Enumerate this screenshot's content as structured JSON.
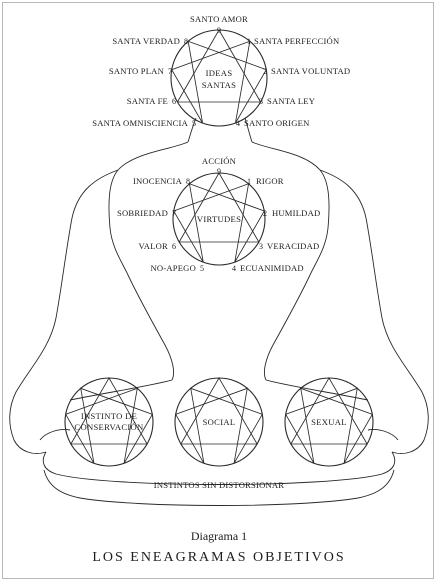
{
  "top_enneagram": {
    "center_line1": "IDEAS",
    "center_line2": "SANTAS",
    "points": [
      {
        "n": "9",
        "label": "SANTO AMOR"
      },
      {
        "n": "1",
        "label": "SANTA PERFECCIÓN"
      },
      {
        "n": "2",
        "label": "SANTA VOLUNTAD"
      },
      {
        "n": "3",
        "label": "SANTA LEY"
      },
      {
        "n": "4",
        "label": "SANTO ORIGEN"
      },
      {
        "n": "5",
        "label": "SANTA OMNISCIENCIA"
      },
      {
        "n": "6",
        "label": "SANTA FE"
      },
      {
        "n": "7",
        "label": "SANTO PLAN"
      },
      {
        "n": "8",
        "label": "SANTA VERDAD"
      }
    ]
  },
  "middle_enneagram": {
    "center_line1": "VIRTUDES",
    "points": [
      {
        "n": "9",
        "label": "ACCIÓN"
      },
      {
        "n": "1",
        "label": "RIGOR"
      },
      {
        "n": "2",
        "label": "HUMILDAD"
      },
      {
        "n": "3",
        "label": "VERACIDAD"
      },
      {
        "n": "4",
        "label": "ECUANIMIDAD"
      },
      {
        "n": "5",
        "label": "NO-APEGO"
      },
      {
        "n": "6",
        "label": "VALOR"
      },
      {
        "n": "7",
        "label": "SOBRIEDAD"
      },
      {
        "n": "8",
        "label": "INOCENCIA"
      }
    ]
  },
  "instincts": [
    {
      "line1": "INSTINTO DE",
      "line2": "CONSERVACIÓN"
    },
    {
      "line1": "SOCIAL",
      "line2": ""
    },
    {
      "line1": "SEXUAL",
      "line2": ""
    }
  ],
  "instincts_label": "INSTINTOS SIN DISTORSIONAR",
  "caption": {
    "line1": "Diagrama 1",
    "line2": "LOS ENEAGRAMAS OBJETIVOS"
  }
}
